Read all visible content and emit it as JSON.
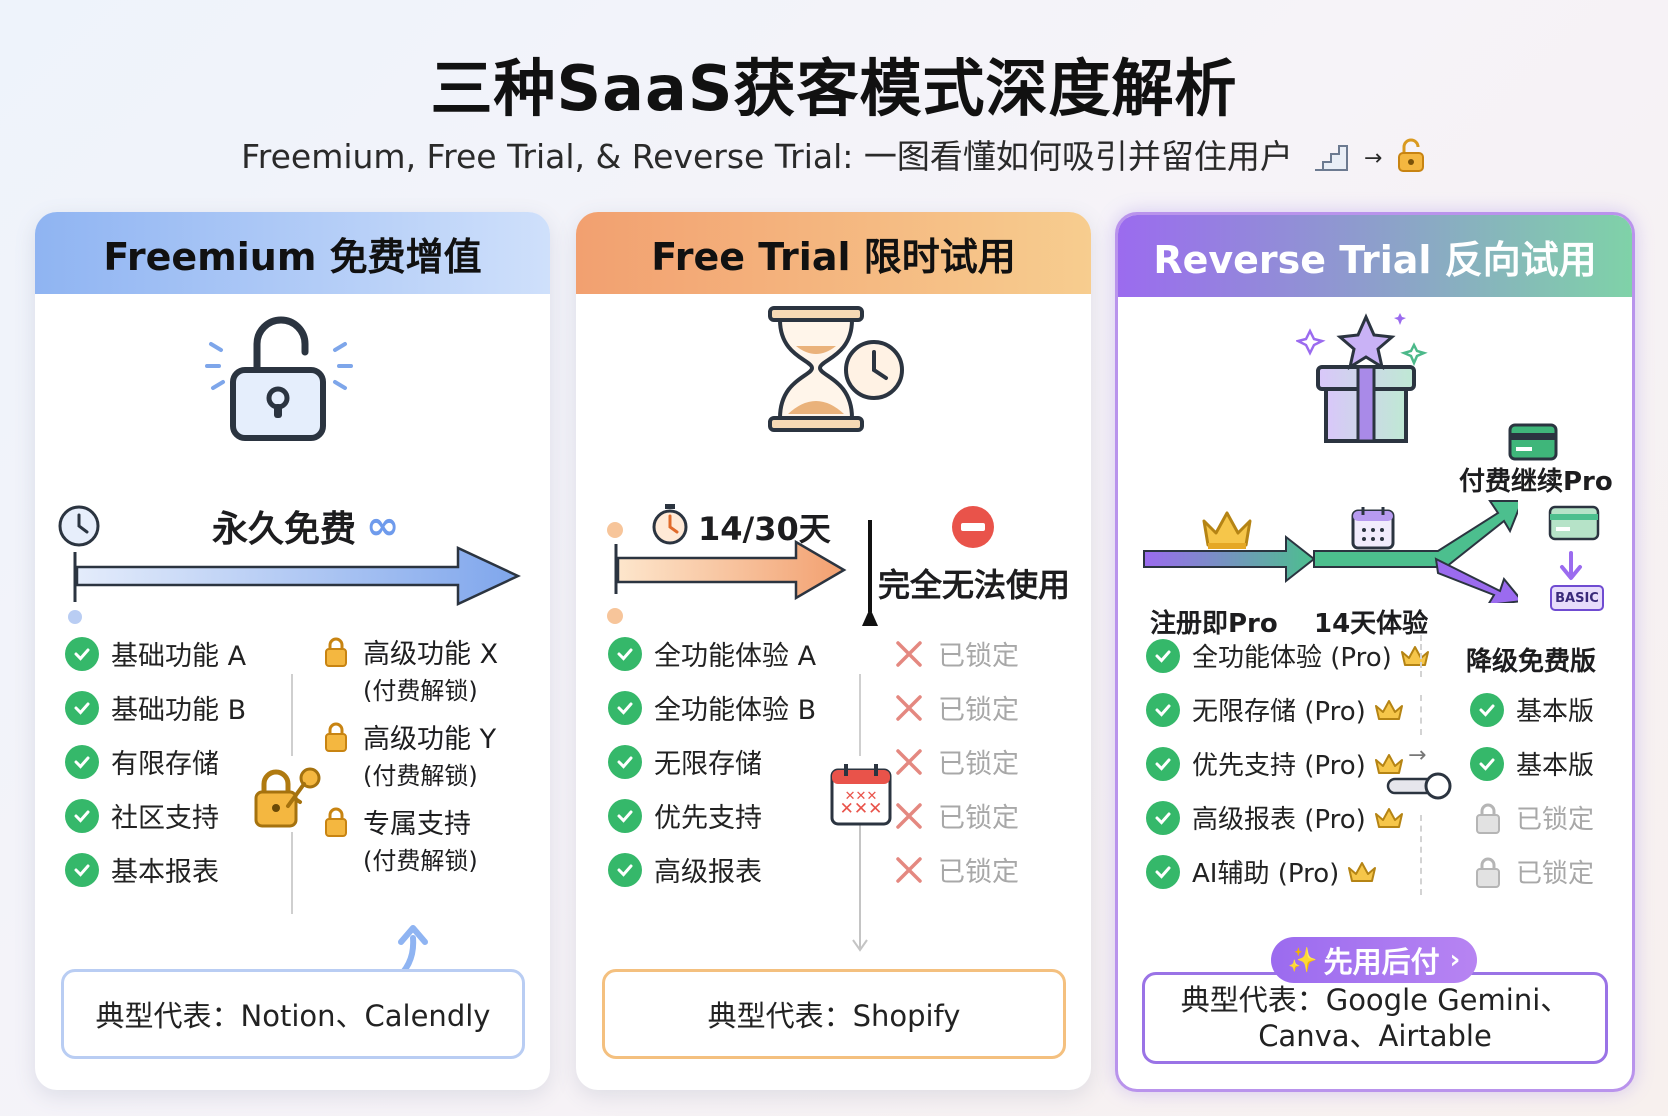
{
  "title": "三种SaaS获客模式深度解析",
  "subtitle": "Freemium, Free Trial, & Reverse Trial: 一图看懂如何吸引并留住用户",
  "freemium": {
    "header": "Freemium 免费增值",
    "timeline_label": "永久免费",
    "free_features": [
      "基础功能 A",
      "基础功能 B",
      "有限存储",
      "社区支持",
      "基本报表"
    ],
    "paid_features": [
      {
        "name": "高级功能 X",
        "note": "(付费解锁)"
      },
      {
        "name": "高级功能 Y",
        "note": "(付费解锁)"
      },
      {
        "name": "专属支持",
        "note": "(付费解锁)"
      }
    ],
    "representative": "典型代表：Notion、Calendly"
  },
  "free_trial": {
    "header": "Free Trial 限时试用",
    "duration_label": "14/30天",
    "end_label": "完全无法使用",
    "features": [
      "全功能体验 A",
      "全功能体验 B",
      "无限存储",
      "优先支持",
      "高级报表"
    ],
    "after_state": [
      "已锁定",
      "已锁定",
      "已锁定",
      "已锁定",
      "已锁定"
    ],
    "representative": "典型代表：Shopify"
  },
  "reverse_trial": {
    "header": "Reverse Trial 反向试用",
    "start_label": "注册即Pro",
    "trial_label": "14天体验",
    "paid_label": "付费继续Pro",
    "downgrade_label": "降级免费版",
    "basic_badge": "BASIC",
    "features": [
      "全功能体验 (Pro)",
      "无限存储 (Pro)",
      "优先支持 (Pro)",
      "高级报表 (Pro)",
      "AI辅助 (Pro)"
    ],
    "after_state": [
      "基本版",
      "基本版",
      "已锁定",
      "已锁定"
    ],
    "pill": "先用后付",
    "representative_line1": "典型代表：Google Gemini、",
    "representative_line2": "Canva、Airtable"
  },
  "colors": {
    "green": "#35b86a",
    "blue_accent": "#6f9bec",
    "orange_accent": "#f09a5e",
    "purple_accent": "#9b6bef",
    "red": "#e9534a",
    "gold": "#f0b429"
  }
}
